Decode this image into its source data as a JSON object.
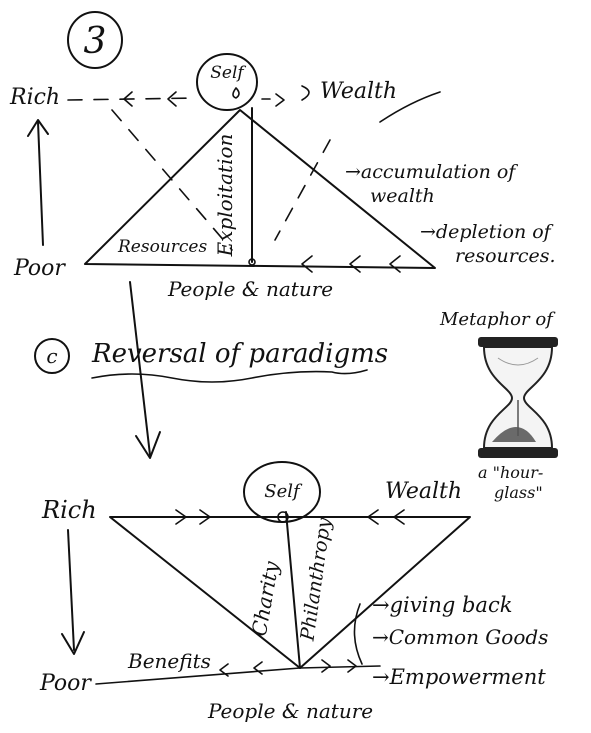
{
  "top": {
    "number": "3",
    "self": "Self",
    "rich": "Rich",
    "poor": "Poor",
    "wealth": "Wealth",
    "exploitation": "Exploitation",
    "resources": "Resources",
    "people_nature": "People & nature",
    "notes": [
      "→accumulation of",
      "wealth",
      "→depletion of",
      "resources."
    ]
  },
  "section": {
    "marker": "c",
    "title": "Reversal of paradigms"
  },
  "metaphor": {
    "title": "Metaphor of",
    "caption_1": "a \"hour-",
    "caption_2": "glass\""
  },
  "bottom": {
    "self": "Self",
    "rich": "Rich",
    "poor": "Poor",
    "wealth": "Wealth",
    "charity": "Charity",
    "philanthropy": "Philanthropy",
    "benefits": "Benefits",
    "people_nature": "People & nature",
    "notes": [
      "→giving back",
      "→Common Goods",
      "→Empowerment"
    ]
  }
}
